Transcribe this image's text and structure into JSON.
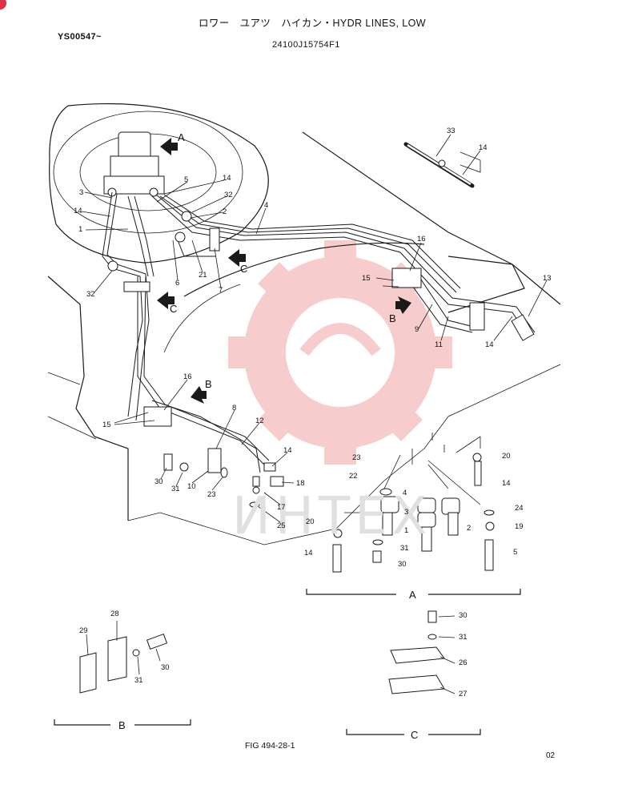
{
  "header": {
    "title": "ロワー　ユアツ　ハイカン・HYDR LINES, LOW",
    "serial": "YS00547~",
    "part_number": "24100J15754F1"
  },
  "watermark": {
    "text": "ИНТЕХ",
    "color": "#f2a3a3"
  },
  "view_pointers": {
    "a": "A",
    "b1": "B",
    "b2": "B",
    "c1": "C",
    "c2": "C"
  },
  "callouts": {
    "main": [
      "33",
      "14",
      "3",
      "5",
      "14",
      "32",
      "2",
      "4",
      "14",
      "1",
      "6",
      "21",
      "7",
      "16",
      "15",
      "13",
      "32",
      "9",
      "11",
      "14",
      "16",
      "8",
      "12",
      "15",
      "14",
      "18",
      "30",
      "31",
      "10",
      "23",
      "17",
      "25"
    ],
    "detail_a": [
      "23",
      "22",
      "4",
      "3",
      "1",
      "2",
      "20",
      "24",
      "19",
      "14",
      "20",
      "31",
      "30",
      "14",
      "5"
    ],
    "detail_b": [
      "28",
      "29",
      "30",
      "31"
    ],
    "detail_c": [
      "30",
      "31",
      "26",
      "27"
    ]
  },
  "sections": {
    "a": "A",
    "b": "B",
    "c": "C"
  },
  "footer": {
    "figure": "FIG 494-28-1",
    "page": "02"
  }
}
